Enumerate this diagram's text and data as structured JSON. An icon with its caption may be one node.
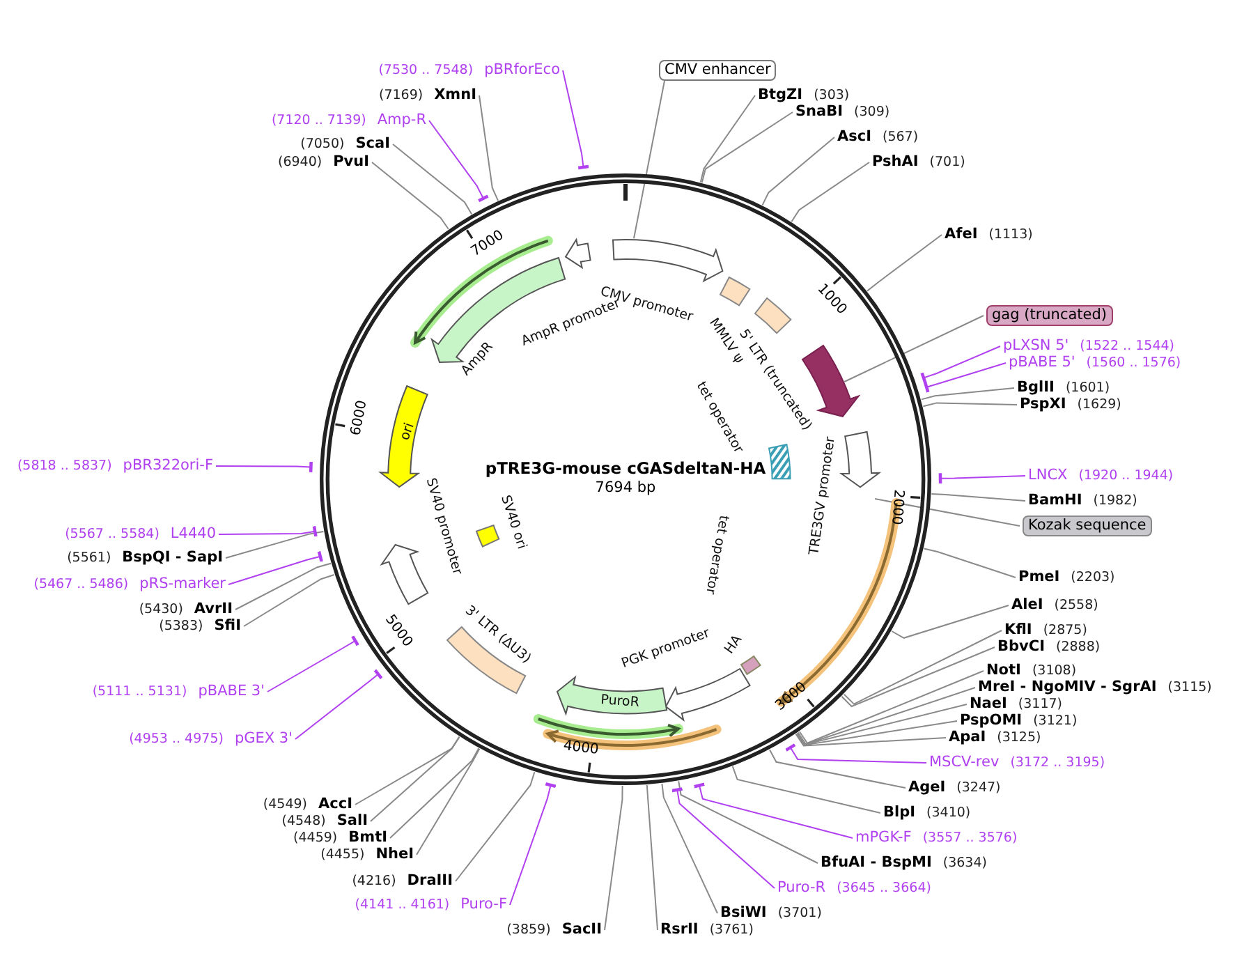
{
  "diagram": {
    "title": "pTRE3G-mouse cGASdeltaN-HA",
    "nodes": [
      {
        "text": [
          "CMV enhancer"
        ]
      },
      {
        "text": [
          "BtgZI",
          "(303)"
        ]
      },
      {
        "text": [
          "SnaBI",
          "(309)"
        ]
      },
      {
        "text": [
          "AscI",
          "(567)"
        ]
      },
      {
        "text": [
          "PshAI",
          "(701)"
        ]
      },
      {
        "text": [
          "AfeI",
          "(1113)"
        ]
      },
      {
        "text": [
          "gag (truncated)"
        ]
      },
      {
        "text": [
          "pLXSN 5'",
          "(1522 .. 1544)"
        ]
      },
      {
        "text": [
          "pBABE 5'",
          "(1560 .. 1576)"
        ]
      },
      {
        "text": [
          "BglII",
          "(1601)"
        ]
      },
      {
        "text": [
          "PspXI",
          "(1629)"
        ]
      },
      {
        "text": [
          "LNCX",
          "(1920 .. 1944)"
        ]
      },
      {
        "text": [
          "BamHI",
          "(1982)"
        ]
      },
      {
        "text": [
          "Kozak sequence"
        ]
      },
      {
        "text": [
          "PmeI",
          "(2203)"
        ]
      },
      {
        "text": [
          "AleI",
          "(2558)"
        ]
      },
      {
        "text": [
          "KflI",
          "(2875)"
        ]
      },
      {
        "text": [
          "BbvCI",
          "(2888)"
        ]
      },
      {
        "text": [
          "NotI",
          "(3108)"
        ]
      },
      {
        "text": [
          "MreI - NgoMIV - SgrAI",
          "(3115)"
        ]
      },
      {
        "text": [
          "NaeI",
          "(3117)"
        ]
      },
      {
        "text": [
          "PspOMI",
          "(3121)"
        ]
      },
      {
        "text": [
          "ApaI",
          "(3125)"
        ]
      },
      {
        "text": [
          "MSCV-rev",
          "(3172 .. 3195)"
        ]
      },
      {
        "text": [
          "AgeI",
          "(3247)"
        ]
      },
      {
        "text": [
          "BlpI",
          "(3410)"
        ]
      },
      {
        "text": [
          "mPGK-F",
          "(3557 .. 3576)"
        ]
      },
      {
        "text": [
          "BfuAI - BspMI",
          "(3634)"
        ]
      },
      {
        "text": [
          "Puro-R",
          "(3645 .. 3664)"
        ]
      },
      {
        "text": [
          "BsiWI",
          "(3701)"
        ]
      },
      {
        "text": [
          "RsrII",
          "(3761)"
        ]
      },
      {
        "text": [
          "(3859)",
          "SacII"
        ]
      },
      {
        "text": [
          "(4141 .. 4161)",
          "Puro-F"
        ]
      },
      {
        "text": [
          "(4216)",
          "DraIII"
        ]
      },
      {
        "text": [
          "(4455)",
          "NheI"
        ]
      },
      {
        "text": [
          "(4459)",
          "BmtI"
        ]
      },
      {
        "text": [
          "(4548)",
          "SalI"
        ]
      },
      {
        "text": [
          "(4549)",
          "AccI"
        ]
      },
      {
        "text": [
          "(4953 .. 4975)",
          "pGEX 3'"
        ]
      },
      {
        "text": [
          "(5111 .. 5131)",
          "pBABE 3'"
        ]
      },
      {
        "text": [
          "(5383)",
          "SfiI"
        ]
      },
      {
        "text": [
          "(5430)",
          "AvrII"
        ]
      },
      {
        "text": [
          "(5467 .. 5486)",
          "pRS-marker"
        ]
      },
      {
        "text": [
          "(5561)",
          "BspQI - SapI"
        ]
      },
      {
        "text": [
          "(5567 .. 5584)",
          "L4440"
        ]
      },
      {
        "text": [
          "(5818 .. 5837)",
          "pBR322ori-F"
        ]
      },
      {
        "text": [
          "(6940)",
          "PvuI"
        ]
      },
      {
        "text": [
          "(7050)",
          "ScaI"
        ]
      },
      {
        "text": [
          "(7120 .. 7139)",
          "Amp-R"
        ]
      },
      {
        "text": [
          "(7169)",
          "XmnI"
        ]
      },
      {
        "text": [
          "(7530 .. 7548)",
          "pBRforEco"
        ]
      },
      {
        "text": [
          "CMV promoter"
        ]
      },
      {
        "text": [
          "MMLV ψ"
        ]
      },
      {
        "text": [
          "5' LTR (truncated)"
        ]
      },
      {
        "text": [],
        "shape": "arrow"
      },
      {
        "text": [
          "tet operator",
          "tet operator"
        ]
      },
      {
        "text": [
          "TRE3GV promoter"
        ]
      },
      {
        "text": [
          "HA"
        ]
      },
      {
        "text": [
          "PGK promoter"
        ]
      },
      {
        "text": [
          "PuroR"
        ]
      },
      {
        "text": [
          "3' LTR (ΔU3)"
        ]
      },
      {
        "text": [
          "SV40 promoter"
        ]
      },
      {
        "text": [
          "SV40 ori"
        ]
      },
      {
        "text": [
          "ori"
        ]
      },
      {
        "text": [
          "AmpR"
        ]
      },
      {
        "text": [
          "AmpR promoter"
        ]
      }
    ],
    "edges": [
      {
        "from": 0,
        "to": 51,
        "arrow": "none"
      },
      {
        "from": 1,
        "to": null,
        "arrow": "none"
      },
      {
        "from": 2,
        "to": null,
        "arrow": "none"
      },
      {
        "from": 3,
        "to": null,
        "arrow": "none"
      },
      {
        "from": 4,
        "to": null,
        "arrow": "none"
      },
      {
        "from": 5,
        "to": null,
        "arrow": "none"
      },
      {
        "from": 6,
        "to": 54,
        "arrow": "none"
      },
      {
        "from": 7,
        "to": null,
        "arrow": "other",
        "color": "#b040f0"
      },
      {
        "from": 8,
        "to": null,
        "arrow": "other",
        "color": "#b040f0"
      },
      {
        "from": 9,
        "to": null,
        "arrow": "none"
      },
      {
        "from": 10,
        "to": null,
        "arrow": "none"
      },
      {
        "from": 11,
        "to": null,
        "arrow": "other",
        "color": "#b040f0"
      },
      {
        "from": 12,
        "to": null,
        "arrow": "none"
      },
      {
        "from": 13,
        "to": null,
        "arrow": "none"
      },
      {
        "from": 14,
        "to": null,
        "arrow": "none"
      },
      {
        "from": 15,
        "to": null,
        "arrow": "none"
      },
      {
        "from": 16,
        "to": null,
        "arrow": "none"
      },
      {
        "from": 17,
        "to": null,
        "arrow": "none"
      },
      {
        "from": 18,
        "to": null,
        "arrow": "none"
      },
      {
        "from": 19,
        "to": null,
        "arrow": "none"
      },
      {
        "from": 20,
        "to": null,
        "arrow": "none"
      },
      {
        "from": 21,
        "to": null,
        "arrow": "none"
      },
      {
        "from": 22,
        "to": null,
        "arrow": "none"
      },
      {
        "from": 23,
        "to": null,
        "arrow": "other",
        "color": "#b040f0"
      },
      {
        "from": 24,
        "to": null,
        "arrow": "none"
      },
      {
        "from": 25,
        "to": null,
        "arrow": "none"
      },
      {
        "from": 26,
        "to": null,
        "arrow": "other",
        "color": "#b040f0"
      },
      {
        "from": 27,
        "to": null,
        "arrow": "none"
      },
      {
        "from": 28,
        "to": null,
        "arrow": "other",
        "color": "#b040f0"
      },
      {
        "from": 29,
        "to": null,
        "arrow": "none"
      },
      {
        "from": 30,
        "to": null,
        "arrow": "none"
      },
      {
        "from": 31,
        "to": null,
        "arrow": "none"
      },
      {
        "from": 32,
        "to": null,
        "arrow": "other",
        "color": "#b040f0"
      },
      {
        "from": 33,
        "to": null,
        "arrow": "none"
      },
      {
        "from": 34,
        "to": null,
        "arrow": "none"
      },
      {
        "from": 35,
        "to": null,
        "arrow": "none"
      },
      {
        "from": 36,
        "to": null,
        "arrow": "none"
      },
      {
        "from": 37,
        "to": null,
        "arrow": "none"
      },
      {
        "from": 38,
        "to": null,
        "arrow": "other",
        "color": "#b040f0"
      },
      {
        "from": 39,
        "to": null,
        "arrow": "other",
        "color": "#b040f0"
      },
      {
        "from": 40,
        "to": null,
        "arrow": "none"
      },
      {
        "from": 41,
        "to": null,
        "arrow": "none"
      },
      {
        "from": 42,
        "to": null,
        "arrow": "other",
        "color": "#b040f0"
      },
      {
        "from": 43,
        "to": null,
        "arrow": "none"
      },
      {
        "from": 44,
        "to": null,
        "arrow": "other",
        "color": "#b040f0"
      },
      {
        "from": 45,
        "to": null,
        "arrow": "other",
        "color": "#b040f0"
      },
      {
        "from": 46,
        "to": null,
        "arrow": "none"
      },
      {
        "from": 47,
        "to": null,
        "arrow": "none"
      },
      {
        "from": 48,
        "to": null,
        "arrow": "other",
        "color": "#b040f0"
      },
      {
        "from": 49,
        "to": null,
        "arrow": "none"
      },
      {
        "from": 50,
        "to": null,
        "arrow": "other",
        "color": "#b040f0"
      }
    ],
    "labels": [
      "7694 bp",
      "1000",
      "2000",
      "3000",
      "4000",
      "5000",
      "6000",
      "7000"
    ]
  }
}
